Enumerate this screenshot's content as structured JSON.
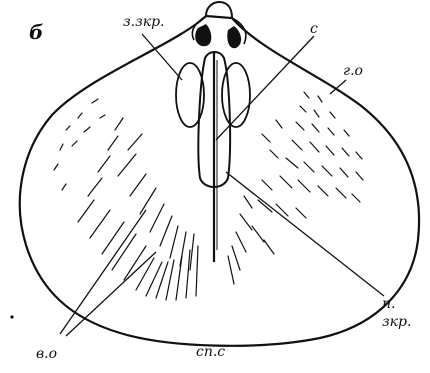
{
  "figure": {
    "panel_letter": "б",
    "labels": {
      "zzkr": "з.зкр.",
      "s": "с",
      "go": "г.о",
      "p": "п.",
      "zkr": "зкр.",
      "vo": "в.о",
      "sps": "сп.с"
    }
  }
}
